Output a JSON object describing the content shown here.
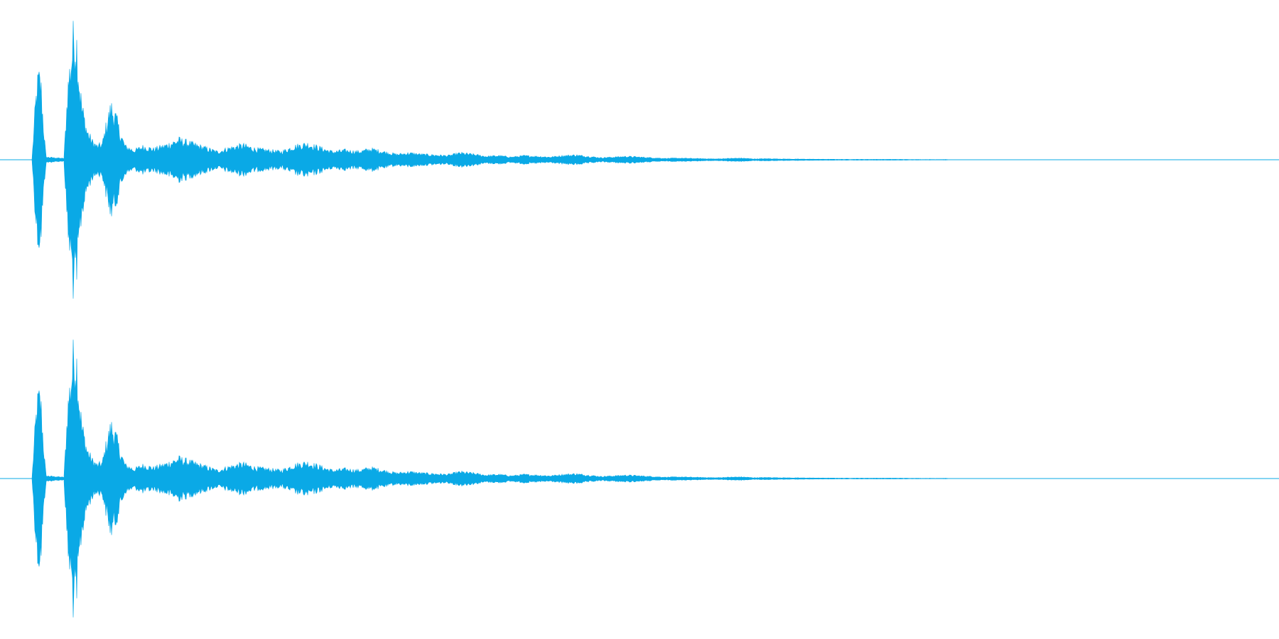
{
  "waveform": {
    "color": "#0aa9e6",
    "background": "#ffffff",
    "channels": [
      {
        "channel": "left"
      },
      {
        "channel": "right"
      }
    ],
    "envelope": [
      [
        0.0,
        0.0
      ],
      [
        0.025,
        0.0
      ],
      [
        0.028,
        0.45
      ],
      [
        0.03,
        0.62
      ],
      [
        0.032,
        0.58
      ],
      [
        0.034,
        0.25
      ],
      [
        0.036,
        0.02
      ],
      [
        0.05,
        0.01
      ],
      [
        0.053,
        0.55
      ],
      [
        0.056,
        0.8
      ],
      [
        0.058,
        0.98
      ],
      [
        0.06,
        0.9
      ],
      [
        0.062,
        0.6
      ],
      [
        0.064,
        0.4
      ],
      [
        0.068,
        0.22
      ],
      [
        0.072,
        0.14
      ],
      [
        0.076,
        0.1
      ],
      [
        0.08,
        0.12
      ],
      [
        0.084,
        0.3
      ],
      [
        0.087,
        0.4
      ],
      [
        0.09,
        0.34
      ],
      [
        0.094,
        0.2
      ],
      [
        0.098,
        0.1
      ],
      [
        0.105,
        0.07
      ],
      [
        0.112,
        0.1
      ],
      [
        0.12,
        0.08
      ],
      [
        0.13,
        0.11
      ],
      [
        0.14,
        0.15
      ],
      [
        0.15,
        0.12
      ],
      [
        0.16,
        0.09
      ],
      [
        0.17,
        0.06
      ],
      [
        0.18,
        0.09
      ],
      [
        0.19,
        0.11
      ],
      [
        0.2,
        0.08
      ],
      [
        0.21,
        0.07
      ],
      [
        0.22,
        0.06
      ],
      [
        0.23,
        0.1
      ],
      [
        0.24,
        0.12
      ],
      [
        0.25,
        0.09
      ],
      [
        0.26,
        0.06
      ],
      [
        0.27,
        0.07
      ],
      [
        0.28,
        0.06
      ],
      [
        0.29,
        0.08
      ],
      [
        0.3,
        0.06
      ],
      [
        0.31,
        0.04
      ],
      [
        0.32,
        0.05
      ],
      [
        0.33,
        0.04
      ],
      [
        0.34,
        0.035
      ],
      [
        0.35,
        0.03
      ],
      [
        0.36,
        0.05
      ],
      [
        0.37,
        0.04
      ],
      [
        0.38,
        0.025
      ],
      [
        0.39,
        0.03
      ],
      [
        0.4,
        0.02
      ],
      [
        0.41,
        0.03
      ],
      [
        0.42,
        0.025
      ],
      [
        0.43,
        0.02
      ],
      [
        0.44,
        0.03
      ],
      [
        0.45,
        0.035
      ],
      [
        0.46,
        0.025
      ],
      [
        0.47,
        0.015
      ],
      [
        0.48,
        0.02
      ],
      [
        0.49,
        0.025
      ],
      [
        0.5,
        0.02
      ],
      [
        0.51,
        0.015
      ],
      [
        0.52,
        0.01
      ],
      [
        0.53,
        0.012
      ],
      [
        0.54,
        0.01
      ],
      [
        0.55,
        0.008
      ],
      [
        0.56,
        0.006
      ],
      [
        0.57,
        0.01
      ],
      [
        0.58,
        0.012
      ],
      [
        0.59,
        0.006
      ],
      [
        0.6,
        0.008
      ],
      [
        0.61,
        0.006
      ],
      [
        0.62,
        0.005
      ],
      [
        0.64,
        0.004
      ],
      [
        0.66,
        0.003
      ],
      [
        0.68,
        0.003
      ],
      [
        0.7,
        0.003
      ],
      [
        0.72,
        0.002
      ],
      [
        0.74,
        0.002
      ],
      [
        0.745,
        0.0
      ],
      [
        1.0,
        0.0
      ]
    ]
  }
}
